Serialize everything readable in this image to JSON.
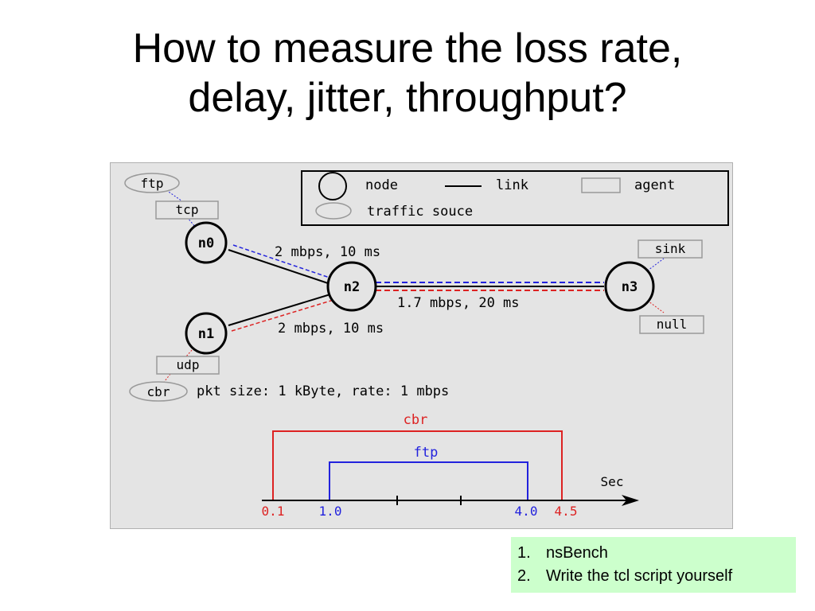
{
  "title": {
    "line1": "How to measure the loss rate,",
    "line2": "delay, jitter, throughput?"
  },
  "legend": {
    "node": "node",
    "link": "link",
    "agent": "agent",
    "traffic_source": "traffic souce"
  },
  "nodes": {
    "n0": "n0",
    "n1": "n1",
    "n2": "n2",
    "n3": "n3"
  },
  "agents": {
    "tcp": "tcp",
    "udp": "udp",
    "sink": "sink",
    "null": "null"
  },
  "sources": {
    "ftp": "ftp",
    "cbr": "cbr"
  },
  "links": {
    "n0_n2": "2 mbps, 10 ms",
    "n1_n2": "2 mbps, 10 ms",
    "n2_n3": "1.7 mbps, 20 ms"
  },
  "cbr_params": "pkt size: 1 kByte, rate: 1 mbps",
  "timeline": {
    "axis_label": "Sec",
    "cbr_label": "cbr",
    "ftp_label": "ftp",
    "ticks": {
      "t01": "0.1",
      "t10": "1.0",
      "t40": "4.0",
      "t45": "4.5"
    }
  },
  "colors": {
    "tcp_flow": "#2222dd",
    "cbr_flow": "#dd2222",
    "figure_bg": "#e4e4e4",
    "notes_bg": "#ccffcc"
  },
  "notes": {
    "items": [
      {
        "num": "1.",
        "text": "nsBench"
      },
      {
        "num": "2.",
        "text": "Write the tcl script yourself"
      }
    ]
  }
}
